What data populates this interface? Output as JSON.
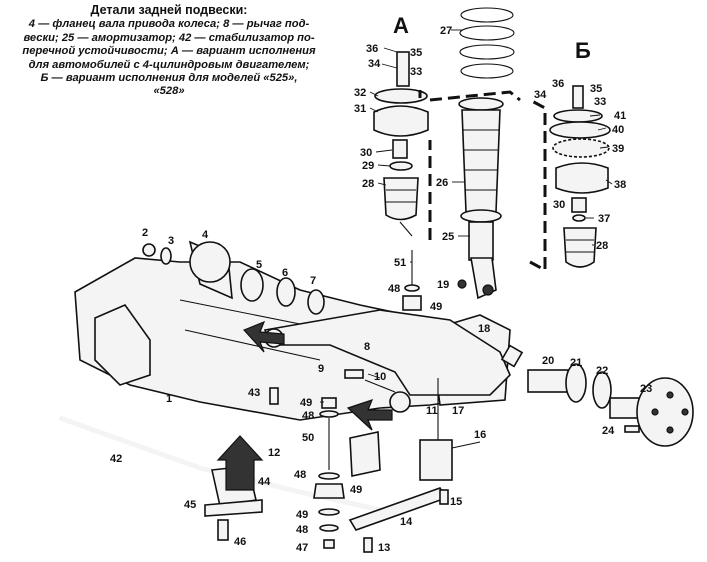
{
  "caption": {
    "title": "Детали задней подвески:",
    "lines": [
      "4 — фланец вала привода колеса; 8 — рычаг под-",
      "вески; 25 — амортизатор; 42 — стабилизатор по-",
      "перечной устойчивости; А — вариант исполнения",
      "для автомобилей с 4-цилиндровым двигателем;",
      "Б — вариант исполнения для моделей «525»,",
      "«528»"
    ]
  },
  "variants": {
    "a": "А",
    "b": "Б"
  },
  "callouts": [
    {
      "id": "c27",
      "text": "27"
    },
    {
      "id": "c36a",
      "text": "36"
    },
    {
      "id": "c35a",
      "text": "35"
    },
    {
      "id": "c34a",
      "text": "34"
    },
    {
      "id": "c33a",
      "text": "33"
    },
    {
      "id": "c32",
      "text": "32"
    },
    {
      "id": "c31",
      "text": "31"
    },
    {
      "id": "c30a",
      "text": "30"
    },
    {
      "id": "c29",
      "text": "29"
    },
    {
      "id": "c28a",
      "text": "28"
    },
    {
      "id": "c26",
      "text": "26"
    },
    {
      "id": "c25",
      "text": "25"
    },
    {
      "id": "c36b",
      "text": "36"
    },
    {
      "id": "c35b",
      "text": "35"
    },
    {
      "id": "c34b",
      "text": "34"
    },
    {
      "id": "c33b",
      "text": "33"
    },
    {
      "id": "c41",
      "text": "41"
    },
    {
      "id": "c40",
      "text": "40"
    },
    {
      "id": "c39",
      "text": "39"
    },
    {
      "id": "c38",
      "text": "38"
    },
    {
      "id": "c30b",
      "text": "30"
    },
    {
      "id": "c37",
      "text": "37"
    },
    {
      "id": "c28b",
      "text": "28"
    },
    {
      "id": "c2",
      "text": "2"
    },
    {
      "id": "c3",
      "text": "3"
    },
    {
      "id": "c4",
      "text": "4"
    },
    {
      "id": "c5",
      "text": "5"
    },
    {
      "id": "c6",
      "text": "6"
    },
    {
      "id": "c7",
      "text": "7"
    },
    {
      "id": "c51",
      "text": "51"
    },
    {
      "id": "c19",
      "text": "19"
    },
    {
      "id": "c48a",
      "text": "48"
    },
    {
      "id": "c49a",
      "text": "49"
    },
    {
      "id": "c18",
      "text": "18"
    },
    {
      "id": "c8",
      "text": "8"
    },
    {
      "id": "c9",
      "text": "9"
    },
    {
      "id": "c10",
      "text": "10"
    },
    {
      "id": "c1",
      "text": "1"
    },
    {
      "id": "c43",
      "text": "43"
    },
    {
      "id": "c49b",
      "text": "49"
    },
    {
      "id": "c48b",
      "text": "48"
    },
    {
      "id": "c50",
      "text": "50"
    },
    {
      "id": "c11",
      "text": "11"
    },
    {
      "id": "c17",
      "text": "17"
    },
    {
      "id": "c20",
      "text": "20"
    },
    {
      "id": "c21",
      "text": "21"
    },
    {
      "id": "c22",
      "text": "22"
    },
    {
      "id": "c23",
      "text": "23"
    },
    {
      "id": "c24",
      "text": "24"
    },
    {
      "id": "c16",
      "text": "16"
    },
    {
      "id": "c42",
      "text": "42"
    },
    {
      "id": "c12",
      "text": "12"
    },
    {
      "id": "c44",
      "text": "44"
    },
    {
      "id": "c48c",
      "text": "48"
    },
    {
      "id": "c49c",
      "text": "49"
    },
    {
      "id": "c15",
      "text": "15"
    },
    {
      "id": "c14",
      "text": "14"
    },
    {
      "id": "c45",
      "text": "45"
    },
    {
      "id": "c46",
      "text": "46"
    },
    {
      "id": "c49d",
      "text": "49"
    },
    {
      "id": "c48d",
      "text": "48"
    },
    {
      "id": "c47",
      "text": "47"
    },
    {
      "id": "c13",
      "text": "13"
    }
  ]
}
